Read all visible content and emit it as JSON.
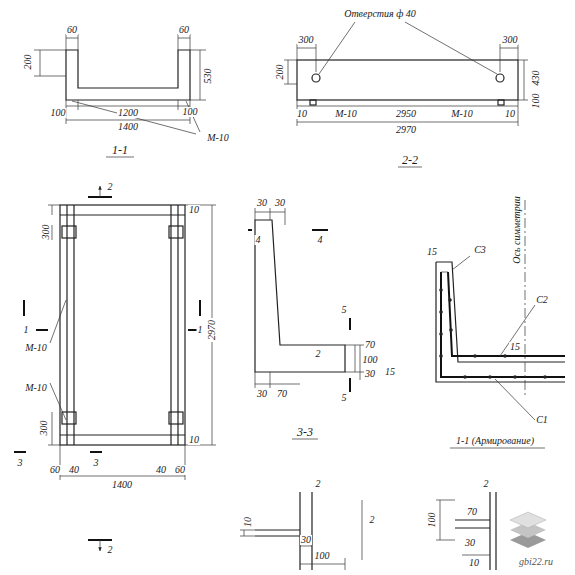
{
  "diagram": {
    "labels": [
      "200",
      "60",
      "60",
      "530",
      "100",
      "1200",
      "100",
      "1400",
      "М-10",
      "1-1",
      "Отверстия ф 40",
      "300",
      "300",
      "200",
      "430",
      "100",
      "10",
      "М-10",
      "2950",
      "М-10",
      "10",
      "2970",
      "2-2",
      "2",
      "1",
      "1",
      "10",
      "300",
      "М-10",
      "М-10",
      "2970",
      "300",
      "10",
      "3",
      "3",
      "60",
      "40",
      "40",
      "60",
      "1400",
      "2",
      "30",
      "30",
      "4",
      "4",
      "5",
      "5",
      "2",
      "70",
      "100",
      "30",
      "15",
      "30",
      "70",
      "3-3",
      "С3",
      "15",
      "Ось симметрии",
      "С2",
      "15",
      "С1",
      "1-1 (Армирование)",
      "2",
      "10",
      "30",
      "100",
      "2",
      "2",
      "100",
      "70",
      "30",
      "10",
      "gbi22.ru"
    ]
  }
}
